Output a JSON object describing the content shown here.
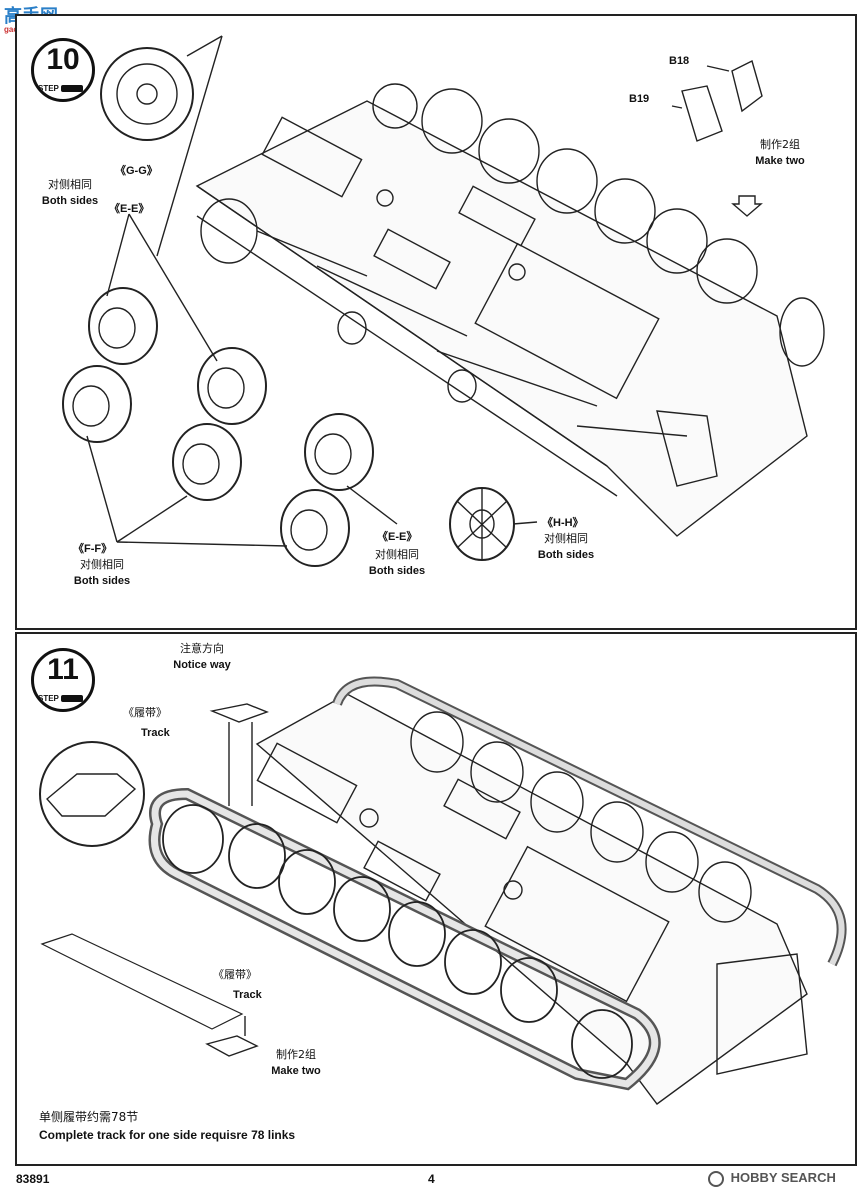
{
  "watermark_top": {
    "name": "高手网",
    "url": "gao-shou.com"
  },
  "step10": {
    "number": "10",
    "label": "STEP",
    "gg_label": "《G-G》",
    "both_sides_cn": "对侧相同",
    "both_sides_en": "Both sides",
    "ee_label_top": "《E-E》",
    "ff_label": "《F-F》",
    "ff_both_cn": "对侧相同",
    "ff_both_en": "Both sides",
    "ee_label_bottom": "《E-E》",
    "ee_both_cn": "对侧相同",
    "ee_both_en": "Both sides",
    "hh_label": "《H-H》",
    "hh_both_cn": "对侧相同",
    "hh_both_en": "Both sides",
    "b18": "B18",
    "b19": "B19",
    "make_two_cn": "制作2组",
    "make_two_en": "Make two"
  },
  "step11": {
    "number": "11",
    "label": "STEP",
    "notice_cn": "注意方向",
    "notice_en": "Notice way",
    "track_cn_top": "《履带》",
    "track_en_top": "Track",
    "track_cn_mid": "《履带》",
    "track_en_mid": "Track",
    "make_two_cn": "制作2组",
    "make_two_en": "Make two",
    "links_cn": "单侧履带约需78节",
    "links_en": "Complete track for one side requisre 78 links"
  },
  "footer": {
    "model_number": "83891",
    "page_number": "4",
    "watermark": "HOBBY SEARCH"
  }
}
